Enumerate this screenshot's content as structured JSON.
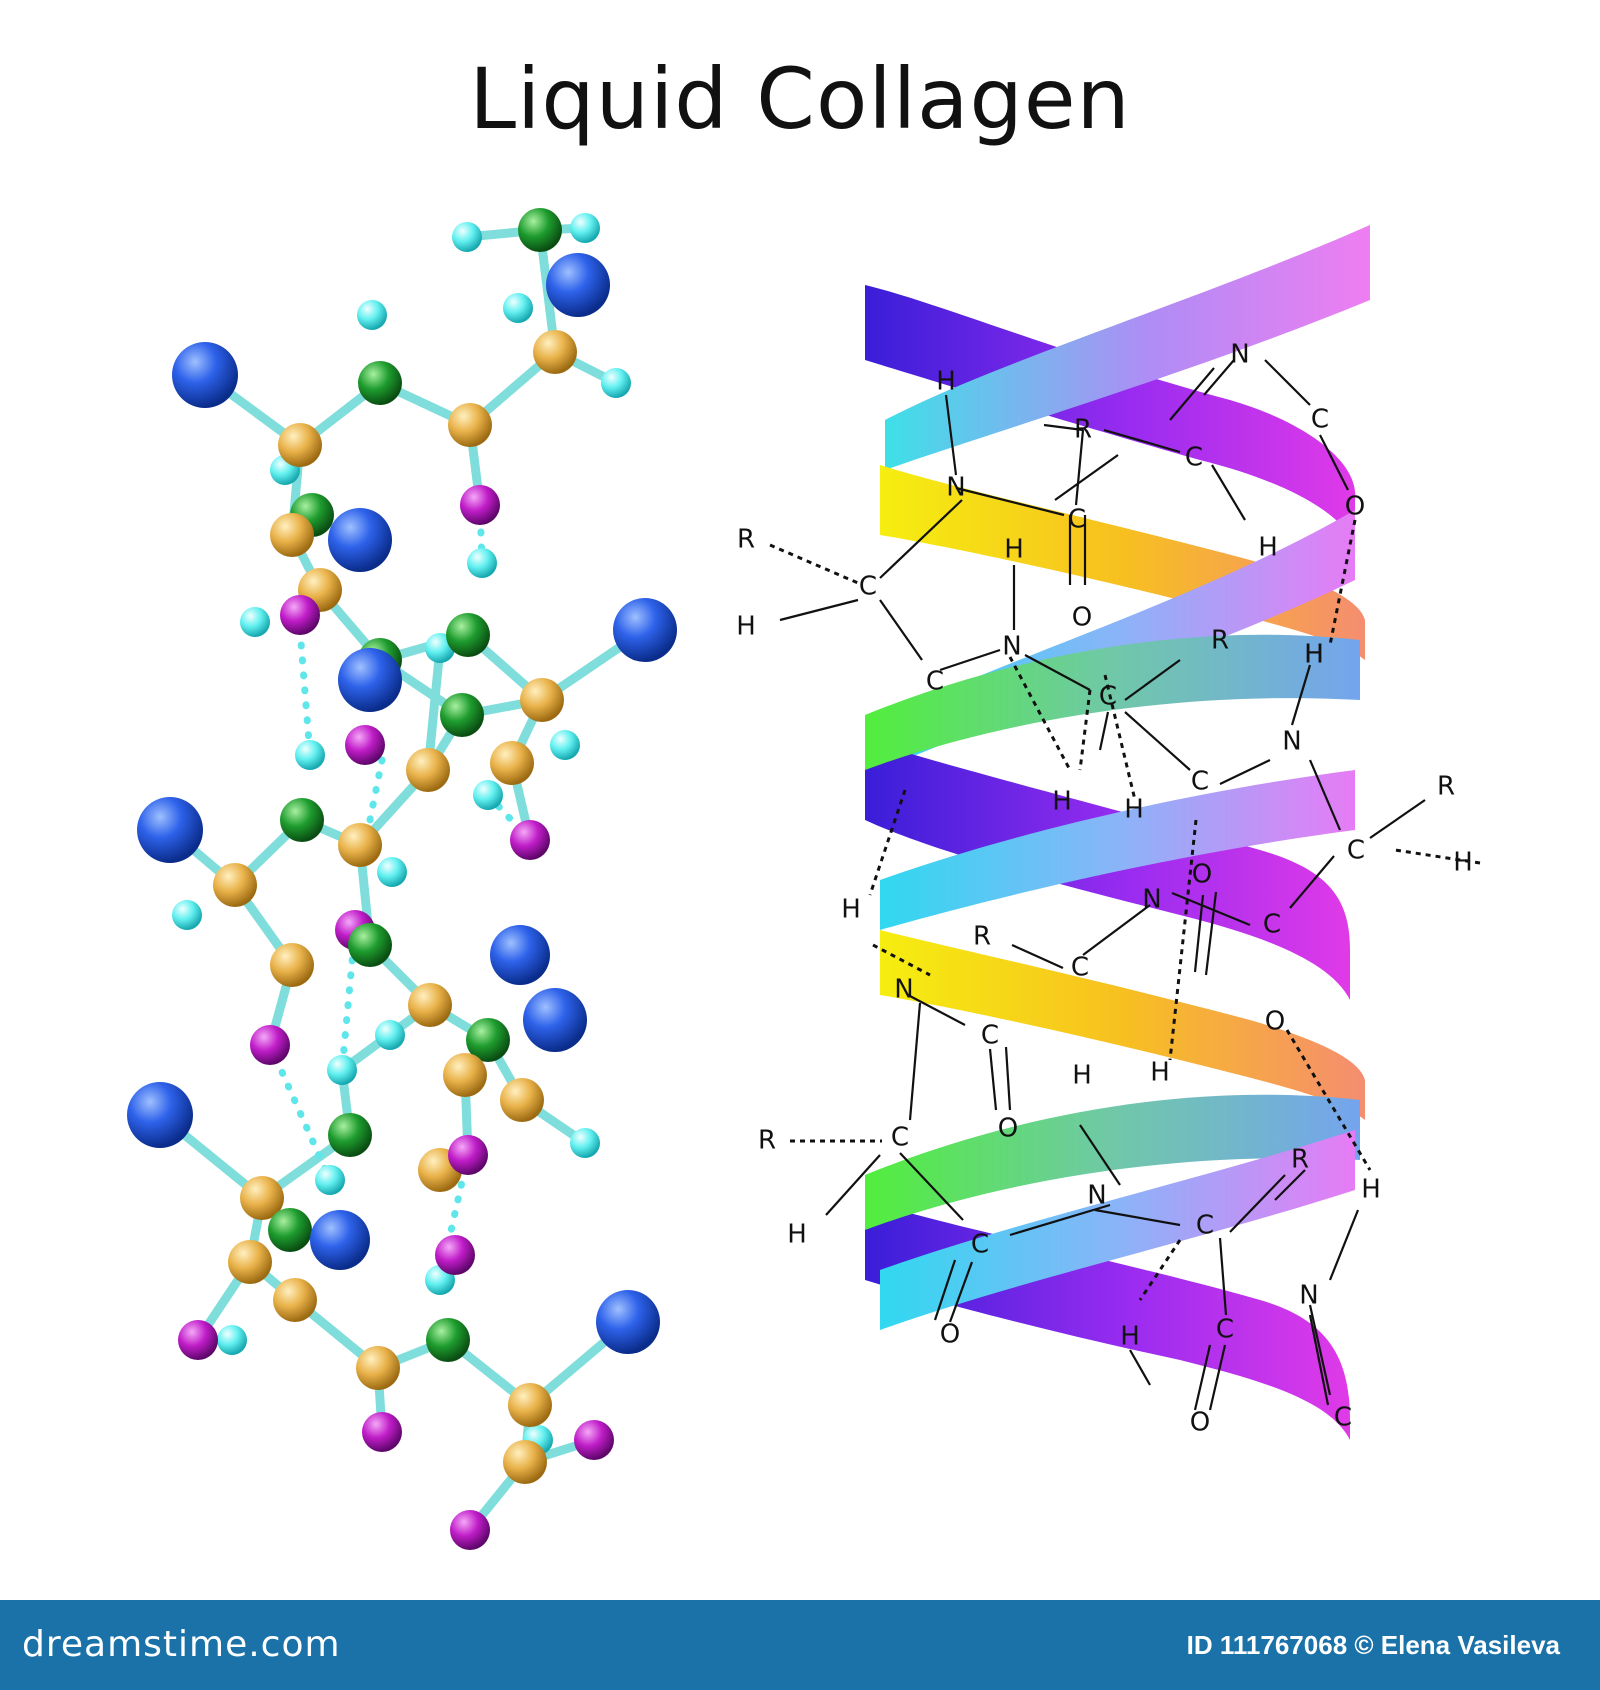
{
  "title": "Liquid Collagen",
  "footer": {
    "brand": "dreamstime.com",
    "credit": "ID 111767068 © Elena Vasileva"
  },
  "colors": {
    "bond": "#7fdedc",
    "atom_blue": "#1a4fd6",
    "atom_gold": "#e9b24a",
    "atom_green": "#1e9c2e",
    "atom_magenta": "#c01dc8",
    "atom_cyan": "#63f0f0",
    "footer": "#1a72a8"
  },
  "formula_labels": [
    {
      "t": "N"
    },
    {
      "t": "H"
    },
    {
      "t": "C"
    },
    {
      "t": "R"
    },
    {
      "t": "C"
    },
    {
      "t": "O"
    },
    {
      "t": "N"
    },
    {
      "t": "C"
    },
    {
      "t": "H"
    },
    {
      "t": "R"
    },
    {
      "t": "H"
    },
    {
      "t": "C"
    },
    {
      "t": "H"
    },
    {
      "t": "O"
    },
    {
      "t": "H"
    },
    {
      "t": "N"
    },
    {
      "t": "C"
    },
    {
      "t": "R"
    },
    {
      "t": "H"
    },
    {
      "t": "C"
    },
    {
      "t": "H"
    },
    {
      "t": "N"
    },
    {
      "t": "C"
    },
    {
      "t": "H"
    },
    {
      "t": "R"
    },
    {
      "t": "C"
    },
    {
      "t": "H"
    },
    {
      "t": "O"
    },
    {
      "t": "N"
    },
    {
      "t": "C"
    },
    {
      "t": "H"
    },
    {
      "t": "R"
    },
    {
      "t": "C"
    },
    {
      "t": "N"
    },
    {
      "t": "C"
    },
    {
      "t": "O"
    },
    {
      "t": "H"
    },
    {
      "t": "H"
    },
    {
      "t": "O"
    },
    {
      "t": "R"
    },
    {
      "t": "C"
    },
    {
      "t": "H"
    },
    {
      "t": "N"
    },
    {
      "t": "R"
    },
    {
      "t": "C"
    },
    {
      "t": "H"
    },
    {
      "t": "C"
    },
    {
      "t": "O"
    },
    {
      "t": "H"
    },
    {
      "t": "C"
    },
    {
      "t": "N"
    },
    {
      "t": "O"
    },
    {
      "t": "C"
    }
  ]
}
